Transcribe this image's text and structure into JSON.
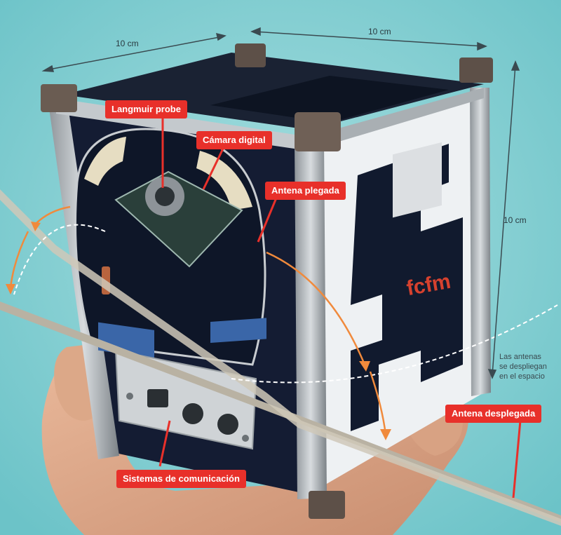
{
  "callouts": {
    "langmuir": "Langmuir probe",
    "camera": "Cámara digital",
    "folded_antenna": "Antena plegada",
    "deployed_antenna": "Antena desplegada",
    "comm_systems": "Sistemas de comunicación"
  },
  "dimensions": {
    "top_left": "10 cm",
    "top_right": "10 cm",
    "right_side": "10 cm"
  },
  "note": {
    "line1": "Las antenas",
    "line2": "se despliegan",
    "line3": "en el espacio"
  },
  "panel_logo": "fcfm",
  "colors": {
    "background": "#8fd3d6",
    "callout": "#e8302a",
    "arrow": "#f08a3c",
    "panel": "#111a2e"
  }
}
